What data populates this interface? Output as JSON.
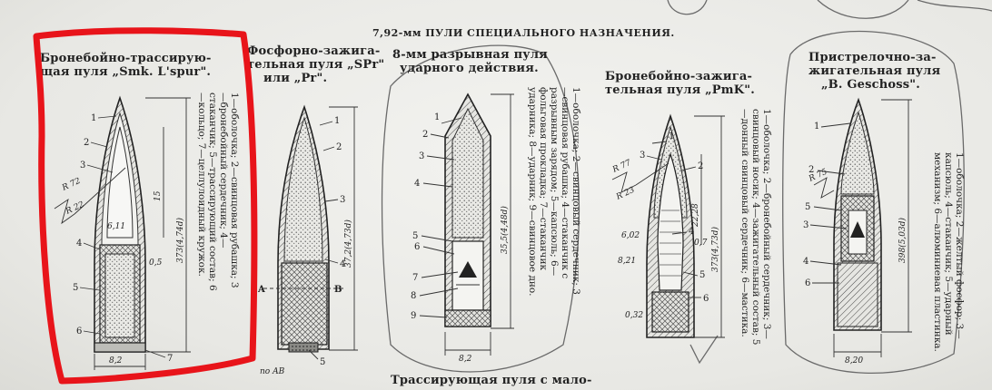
{
  "header": "7,92-мм ПУЛИ СПЕЦИАЛЬНОГО НАЗНАЧЕНИЯ.",
  "bottom_caption": "Трассирующая пуля с малo-",
  "bullets": [
    {
      "title_lines": [
        "Бронебойно-трассирую-",
        "щая пуля „Smk. L'spur\"."
      ],
      "legend": "1—оболочка; 2—свинцовая рубашка; 3—бронебойный сердечник; 4—стаканчик; 5—трассирующий состав; 6—кольцо; 7—целлулоидный кружок.",
      "dims": [
        "R 72",
        "R 22",
        "15",
        "373(4,74d)",
        "6,11",
        "0,5",
        "8,2"
      ],
      "parts": [
        "1",
        "2",
        "3",
        "4",
        "5",
        "6",
        "7"
      ]
    },
    {
      "title_lines": [
        "Фосфорно-зажига-",
        "тельная пуля „SPr\"",
        "или „Pr\"."
      ],
      "dims": [
        "37,2(4,73d)"
      ],
      "parts": [
        "1",
        "2",
        "3",
        "4",
        "A",
        "B",
        "5"
      ],
      "note": "по AB"
    },
    {
      "title_lines": [
        "8-мм разрывная пуля",
        "ударного действия."
      ],
      "legend": "1—оболочка; 2—свинцовый сердечник; 3—свинцовая рубашка; 4—стаканчик с разрывным зарядом; 5—капсюль; 6—фольговая прокладка; 7—стаканчик ударника; 8—ударник; 9—свинцовое дно.",
      "dims": [
        "35,5(4,48d)",
        "8,2"
      ],
      "parts": [
        "1",
        "2",
        "3",
        "4",
        "5",
        "6",
        "7",
        "8",
        "9"
      ]
    },
    {
      "title_lines": [
        "Бронебойно-зажига-",
        "тельная пуля „PmK\"."
      ],
      "legend": "1—оболочка; 2—бронебойный сердечник; 3—свинцовый носик; 4—зажигательный состав; 5—донный свинцовый сердечник; 6—мастика.",
      "dims": [
        "R 77",
        "R 23",
        "22,28",
        "373(4,73d)",
        "6,02",
        "0,7",
        "8,21",
        "0,32"
      ],
      "parts": [
        "1",
        "2",
        "3",
        "4",
        "5",
        "6"
      ]
    },
    {
      "title_lines": [
        "Пристрелочно-за-",
        "жигательная пуля",
        "„B. Geschoss\"."
      ],
      "legend": "1—оболочка; 2—желтый фосфор; 3—капсюль; 4—стаканчик; 5—ударный механизм; 6—алюминиевая пластинка.",
      "dims": [
        "R 75",
        "398(5,03d)",
        "8,20"
      ],
      "parts": [
        "1",
        "2",
        "3",
        "4",
        "5",
        "6"
      ]
    }
  ],
  "colors": {
    "paper": "#efefec",
    "ink": "#222222",
    "highlight": "#e8141a",
    "pencil": "#6a6a6a"
  }
}
